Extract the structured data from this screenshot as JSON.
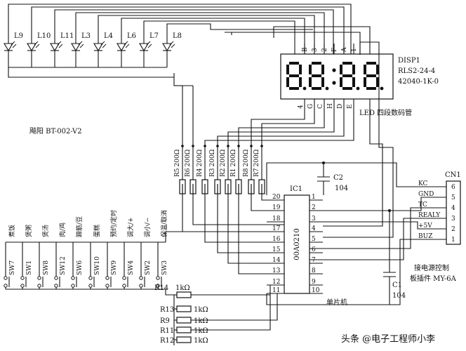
{
  "board_label": "飚阳 BT-002-V2",
  "leds": [
    "L9",
    "L10",
    "L11",
    "L3",
    "L4",
    "L6",
    "L7",
    "L8"
  ],
  "display": {
    "name": "DISP1",
    "model1": "RLS2-24-4",
    "model2": "42040-1K-0",
    "caption": "LED 四段数码管",
    "top_pins": [
      "B",
      "3",
      "2",
      "F",
      "A",
      "1"
    ],
    "bottom_pins": [
      "4",
      "G",
      "C",
      "H",
      "D",
      "E"
    ]
  },
  "resistors_top": [
    {
      "ref": "R5",
      "value": "200Ω"
    },
    {
      "ref": "R6",
      "value": "200Ω"
    },
    {
      "ref": "R4",
      "value": "200Ω"
    },
    {
      "ref": "R3",
      "value": "200Ω"
    },
    {
      "ref": "R2",
      "value": "200Ω"
    },
    {
      "ref": "R1",
      "value": "200Ω"
    },
    {
      "ref": "R8",
      "value": "200Ω"
    },
    {
      "ref": "R7",
      "value": "200Ω"
    }
  ],
  "buttons": [
    {
      "ref": "SW7",
      "label": "煮饭"
    },
    {
      "ref": "SW1",
      "label": "煲粥"
    },
    {
      "ref": "SW8",
      "label": "煲汤"
    },
    {
      "ref": "SW12",
      "label": "肉/鸡"
    },
    {
      "ref": "SW6",
      "label": "蹄筋/豆"
    },
    {
      "ref": "SW10",
      "label": "蛋糕"
    },
    {
      "ref": "SW9",
      "label": "预约/定时"
    },
    {
      "ref": "SW4",
      "label": "调大/+"
    },
    {
      "ref": "SW2",
      "label": "调小/−"
    },
    {
      "ref": "SW3",
      "label": "保温/取消"
    }
  ],
  "resistors_bottom": [
    {
      "ref": "R14",
      "value": "1kΩ"
    },
    {
      "ref": "R13",
      "value": "1kΩ"
    },
    {
      "ref": "R9",
      "value": "1kΩ"
    },
    {
      "ref": "R11",
      "value": "1kΩ"
    },
    {
      "ref": "R12",
      "value": "1kΩ"
    }
  ],
  "ic": {
    "ref": "IC1",
    "part": "00A0210",
    "caption": "单片机",
    "left_pins": [
      "20",
      "19",
      "18",
      "17",
      "16",
      "15",
      "14",
      "13",
      "12",
      "11"
    ],
    "right_pins": [
      "1",
      "2",
      "3",
      "4",
      "5",
      "6",
      "7",
      "8",
      "9",
      "10"
    ]
  },
  "capacitors": [
    {
      "ref": "C2",
      "value": "104"
    },
    {
      "ref": "C1",
      "value": "104"
    }
  ],
  "connector": {
    "ref": "CN1",
    "signals": [
      "KC",
      "GND",
      "TC",
      "REALY",
      "+5V",
      "BUZ"
    ],
    "pins": [
      "6",
      "5",
      "4",
      "3",
      "2",
      "1"
    ],
    "caption1": "接电源控制",
    "caption2": "板插件 MY-6A"
  },
  "watermark": "头条 @电子工程师小李",
  "colors": {
    "ink": "#111111",
    "background": "#ffffff"
  }
}
